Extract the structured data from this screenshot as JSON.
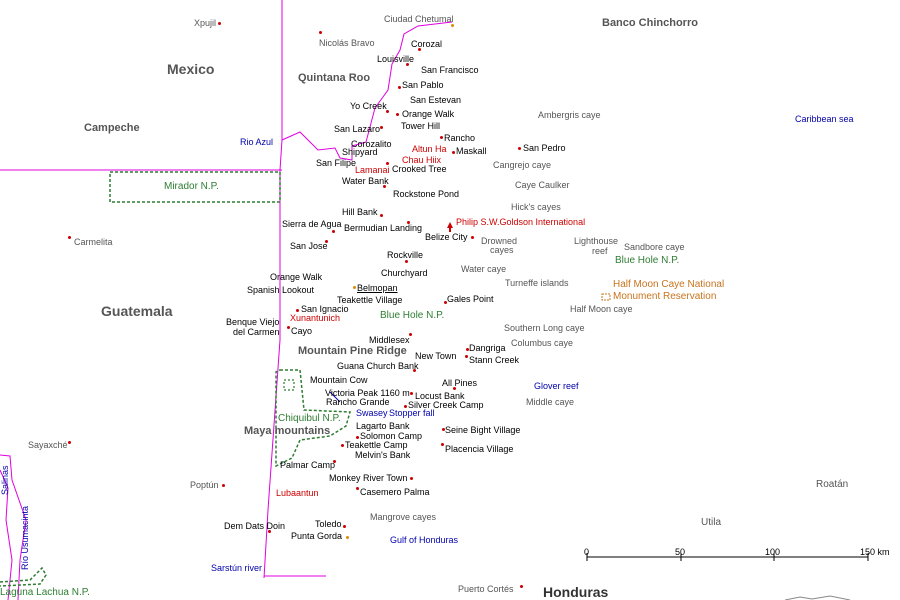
{
  "countries": {
    "mexico": "Mexico",
    "guatemala": "Guatemala",
    "honduras": "Honduras"
  },
  "regions": {
    "quintana_roo": "Quintana Roo",
    "campeche": "Campeche",
    "mountain_pine_ridge": "Mountain Pine Ridge",
    "maya_mountains": "Maya mountains"
  },
  "waters": {
    "rio_azul": "Rio Azul",
    "caribbean": "Caribbean sea",
    "gulf": "Gulf of Honduras",
    "sarstun": "Sarstún river",
    "salinas": "Salinas",
    "usumacinta": "Río Usumacinta",
    "glover": "Glover reef",
    "swasey": "Swasey",
    "stopper": "Stopper fall"
  },
  "parks": {
    "mirador": "Mirador N.P.",
    "blue_hole_inland": "Blue Hole N.P.",
    "blue_hole_sea": "Blue Hole N.P.",
    "chiquibul": "Chiquibul N.P.",
    "laguna_lachua": "Laguna Lachua N.P.",
    "half_moon_1": "Half Moon Caye National",
    "half_moon_2": "Monument Reservation"
  },
  "ruins": {
    "altun_ha": "Altun Ha",
    "chau_hiix": "Chau Hiix",
    "lamanai": "Lamanai",
    "xunantunich": "Xunantunich",
    "lubaantun": "Lubaantun",
    "airport": "Philip S.W.Goldson International"
  },
  "foreign": {
    "xpujil": "Xpujil",
    "chetumal": "Ciudad Chetumal",
    "nicolas_bravo": "Nicolás Bravo",
    "carmelita": "Carmelita",
    "sayaxche": "Sayaxché",
    "poptun": "Poptún",
    "puerto_cortes": "Puerto Cortés",
    "roatan": "Roatán",
    "utila": "Utila",
    "banco": "Banco Chinchorro"
  },
  "towns": {
    "corozal": "Corozal",
    "louisville": "Louisville",
    "san_francisco": "San Francisco",
    "san_pablo": "San Pablo",
    "yo_creek": "Yo Creek",
    "san_estevan": "San Estevan",
    "orange_walk": "Orange Walk",
    "san_lazaro": "San Lazaro",
    "tower_hill": "Tower Hill",
    "rancho": "Rancho",
    "corozalito": "Corozalito",
    "shipyard": "Shipyard",
    "maskall": "Maskall",
    "san_pedro": "San Pedro",
    "san_felipe": "San Filipe",
    "crooked_tree": "Crooked Tree",
    "water_bank": "Water Bank",
    "rockstone_pond": "Rockstone Pond",
    "hill_bank": "Hill Bank",
    "sierra_de_agua": "Sierra de Agua",
    "bermudian_landing": "Bermudian Landing",
    "belize_city": "Belize City",
    "san_jose": "San Jose",
    "rockville": "Rockville",
    "orange_walk2": "Orange Walk",
    "churchyard": "Churchyard",
    "spanish_lookout": "Spanish Lookout",
    "belmopan": "Belmopan",
    "teakettle_village": "Teakettle Village",
    "gales_point": "Gales Point",
    "san_ignacio": "San Ignacio",
    "benque_1": "Benque Viejo",
    "benque_2": "del Carmen",
    "cayo": "Cayo",
    "middlesex": "Middlesex",
    "dangriga": "Dangriga",
    "new_town": "New Town",
    "stann_creek": "Stann Creek",
    "guana_church_bank": "Guana Church Bank",
    "mountain_cow": "Mountain Cow",
    "all_pines": "All Pines",
    "victoria_peak": "Victoria Peak  1160 m",
    "rancho_grande": "Rancho Grande",
    "locust_bank": "Locust Bank",
    "silver_creek_camp": "Silver Creek Camp",
    "lagarto_bank": "Lagarto Bank",
    "seine_bight": "Seine Bight Village",
    "solomon_camp": "Solomon Camp",
    "teakettle_camp": "Teakettle Camp",
    "placencia": "Placencia Village",
    "melvins_bank": "Melvin's Bank",
    "palmar_camp": "Palmar Camp",
    "monkey_river": "Monkey River Town",
    "casemero_palma": "Casemero Palma",
    "dem_dats_doin": "Dem Dats Doin",
    "toledo": "Toledo",
    "punta_gorda": "Punta Gorda"
  },
  "cayes": {
    "ambergris": "Ambergris caye",
    "cangrejo": "Cangrejo caye",
    "caulker": "Caye Caulker",
    "hicks": "Hick's cayes",
    "drowned_1": "Drowned",
    "drowned_2": "cayes",
    "lighthouse_1": "Lighthouse",
    "lighthouse_2": "reef",
    "sandbore": "Sandbore caye",
    "water": "Water caye",
    "turneffe": "Turneffe islands",
    "half_moon": "Half Moon caye",
    "southern_long": "Southern Long caye",
    "columbus": "Columbus caye",
    "middle": "Middle caye",
    "mangrove": "Mangrove cayes"
  },
  "scale": {
    "t0": "0",
    "t50": "50",
    "t100": "100",
    "t150": "150 km"
  },
  "colors": {
    "border": "#e000e0",
    "park_outline": "#2e7d32",
    "town_dot": "#cc0000",
    "ruin_text": "#cc0000",
    "water_text": "#0000aa"
  }
}
